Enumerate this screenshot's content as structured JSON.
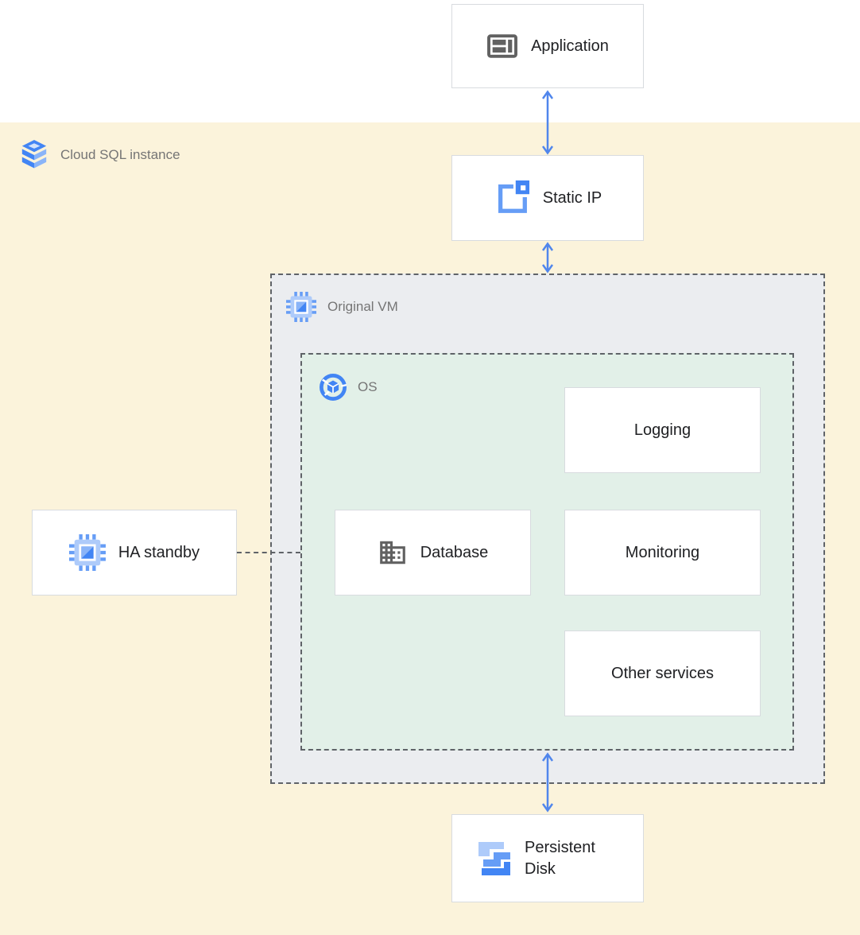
{
  "diagram": {
    "region_label": "Cloud SQL instance",
    "nodes": {
      "application": "Application",
      "static_ip": "Static IP",
      "original_vm": "Original VM",
      "os": "OS",
      "logging": "Logging",
      "database": "Database",
      "monitoring": "Monitoring",
      "other_services": "Other services",
      "ha_standby": "HA standby",
      "persistent_disk": "Persistent Disk"
    },
    "icons": {
      "application": "app-window-icon",
      "cloud_sql": "cloud-sql-stack-icon",
      "static_ip": "static-ip-icon",
      "original_vm": "compute-engine-chip-icon",
      "os": "os-circle-cube-icon",
      "database": "building-icon",
      "ha_standby": "compute-engine-chip-icon",
      "persistent_disk": "persistent-disk-icon"
    },
    "colors": {
      "region_bg": "#FBF3DB",
      "top_strip_bg": "#FFFFFF",
      "vm_zone_bg": "#EBEDF0",
      "os_zone_bg": "#E2F0E8",
      "node_bg": "#FFFFFF",
      "node_border": "#D8DBDF",
      "dashed_border": "#5F6368",
      "arrow_blue": "#5086EC",
      "label_gray": "#757575",
      "label_dark": "#202124",
      "icon_gray": "#616161",
      "blue_primary": "#4285F4",
      "blue_medium": "#669DF6",
      "blue_light": "#AECBFA"
    },
    "connections": [
      {
        "from": "Application",
        "to": "Static IP",
        "type": "bidirectional-arrow"
      },
      {
        "from": "Static IP",
        "to": "Original VM",
        "type": "bidirectional-arrow"
      },
      {
        "from": "HA standby",
        "to": "OS",
        "type": "dashed-line"
      },
      {
        "from": "OS",
        "to": "Persistent Disk",
        "type": "bidirectional-arrow"
      }
    ]
  }
}
